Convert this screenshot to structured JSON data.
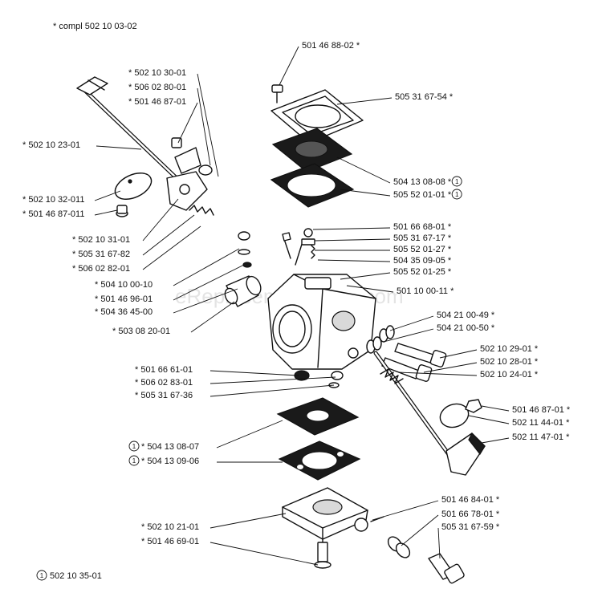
{
  "header_note": "*  compl 502 10 03-02",
  "footer_note": "502 10 35-01",
  "footer_marker": "1",
  "watermark": "eReplacementParts.com",
  "labels": [
    {
      "id": "p-501468802",
      "text": "501 46 88-02  *",
      "marked": false
    },
    {
      "id": "p-505316754",
      "text": "505 31 67-54  *",
      "marked": false
    },
    {
      "id": "p-504130808",
      "text": "504 13 08-08  *",
      "marked": true
    },
    {
      "id": "p-505520101",
      "text": "505 52 01-01  *",
      "marked": true
    },
    {
      "id": "p-502103001",
      "text": "*  502 10 30-01",
      "marked": false
    },
    {
      "id": "p-506028001",
      "text": "*  506 02 80-01",
      "marked": false
    },
    {
      "id": "p-501468701a",
      "text": "*  501 46 87-01",
      "marked": false
    },
    {
      "id": "p-502102301",
      "text": "*  502 10 23-01",
      "marked": false
    },
    {
      "id": "p-502103201",
      "text": "*  502 10 32-011",
      "marked": false
    },
    {
      "id": "p-501468701b",
      "text": "*  501 46 87-011",
      "marked": false
    },
    {
      "id": "p-502103101",
      "text": "*  502 10 31-01",
      "marked": false
    },
    {
      "id": "p-505316782",
      "text": "*  505 31 67-82",
      "marked": false
    },
    {
      "id": "p-506028201",
      "text": "*  506 02 82-01",
      "marked": false
    },
    {
      "id": "p-501666801",
      "text": "501 66 68-01  *",
      "marked": false
    },
    {
      "id": "p-505316717",
      "text": "505 31 67-17  *",
      "marked": false
    },
    {
      "id": "p-505520127",
      "text": "505 52 01-27  *",
      "marked": false
    },
    {
      "id": "p-504350905",
      "text": "504 35 09-05  *",
      "marked": false
    },
    {
      "id": "p-505520125",
      "text": "505 52 01-25  *",
      "marked": false
    },
    {
      "id": "p-501100011",
      "text": "501 10 00-11  *",
      "marked": false
    },
    {
      "id": "p-504100010",
      "text": "*  504 10 00-10",
      "marked": false
    },
    {
      "id": "p-501469601",
      "text": "*  501 46 96-01",
      "marked": false
    },
    {
      "id": "p-504364500",
      "text": "*  504 36 45-00",
      "marked": false
    },
    {
      "id": "p-503082001",
      "text": "*  503 08 20-01",
      "marked": false
    },
    {
      "id": "p-504210049",
      "text": "504 21 00-49  *",
      "marked": false
    },
    {
      "id": "p-504210050",
      "text": "504 21 00-50  *",
      "marked": false
    },
    {
      "id": "p-502102901",
      "text": "502 10 29-01  *",
      "marked": false
    },
    {
      "id": "p-502102801",
      "text": "502 10 28-01  *",
      "marked": false
    },
    {
      "id": "p-502102401",
      "text": "502 10 24-01  *",
      "marked": false
    },
    {
      "id": "p-501666101",
      "text": "*  501 66 61-01",
      "marked": false
    },
    {
      "id": "p-506028301",
      "text": "*  506 02 83-01",
      "marked": false
    },
    {
      "id": "p-505316736",
      "text": "*  505 31 67-36",
      "marked": false
    },
    {
      "id": "p-501468701c",
      "text": "501 46 87-01  *",
      "marked": false
    },
    {
      "id": "p-502114401",
      "text": "502 11 44-01  *",
      "marked": false
    },
    {
      "id": "p-502114701",
      "text": "502 11 47-01  *",
      "marked": false
    },
    {
      "id": "p-504130807",
      "text": "*  504 13 08-07",
      "marked": true
    },
    {
      "id": "p-504130906",
      "text": "*  504 13 09-06",
      "marked": true
    },
    {
      "id": "p-501468401",
      "text": "501 46 84-01  *",
      "marked": false
    },
    {
      "id": "p-501667801",
      "text": "501 66 78-01  *",
      "marked": false
    },
    {
      "id": "p-505316759",
      "text": "505 31 67-59  *",
      "marked": false
    },
    {
      "id": "p-502102101",
      "text": "*  502 10 21-01",
      "marked": false
    },
    {
      "id": "p-501466901",
      "text": "*  501 46 69-01",
      "marked": false
    }
  ]
}
